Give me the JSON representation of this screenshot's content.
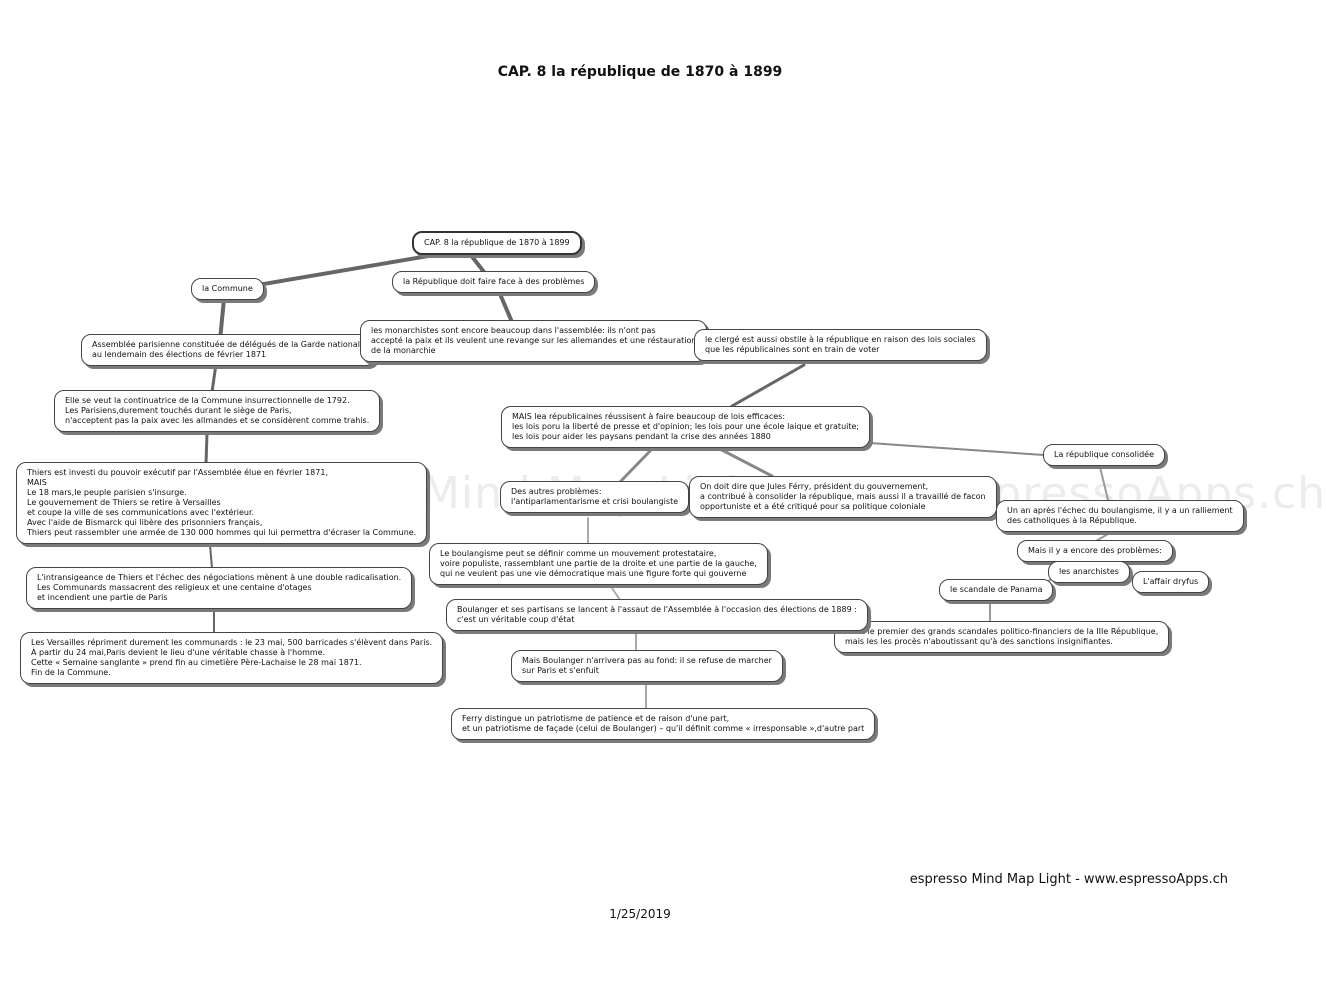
{
  "title": "CAP. 8 la république de 1870 à 1899",
  "watermark": "d Mind Map Light - www.espressoApps.ch",
  "footer": "espresso Mind Map Light - www.espressoApps.ch",
  "date": "1/25/2019",
  "nodes": {
    "root": "CAP. 8 la république de 1870 à 1899",
    "commune": "la Commune",
    "republique_problemes": "la République doit faire face à des problèmes",
    "assemblee": "Assemblée parisienne constituée de délégués de la Garde nationale\nau lendemain des élections de février 1871",
    "continuatrice": "Elle se veut la continuatrice de la Commune insurrectionnelle de 1792.\nLes Parisiens,durement touchés durant le siège de Paris,\nn'acceptent pas la paix avec les allmandes et se considèrent comme trahis.",
    "thiers": "Thiers est investi du pouvoir exécutif par l'Assemblée élue en février 1871,\nMAIS\nLe 18 mars,le peuple parisien s'insurge.\nLe gouvernement de Thiers se retire à Versailles\net coupe la ville de ses communications avec l'extérieur.\nAvec l'aide de Bismarck qui libère des prisonniers français,\nThiers peut rassembler une armée de 130 000 hommes qui lui permettra d'écraser la Commune.",
    "intransigeance": "L'intransigeance de Thiers et l'échec des négociations mènent à une double radicalisation.\nLes Communards massacrent des religieux et une centaine d'otages\net incendient une partie de Paris",
    "versailles": "Les Versailles répriment durement les communards :  le 23 mai, 500 barricades s'élèvent dans Paris.\nÀ partir du 24 mai,Paris devient le lieu d'une véritable chasse à l'homme.\nCette « Semaine sanglante » prend fin au cimetière Père-Lachaise le 28 mai 1871.\nFin de la Commune.",
    "monarchistes": "les monarchistes sont encore beaucoup dans l'assemblée: ils n'ont pas\naccepté la paix et ils veulent une revange sur les allemandes et une réstauration\nde la monarchie",
    "clerge": "le clergé est aussi obstile à la république en raison des lois sociales\nque les républicaines sont en train de voter",
    "mais_republicains": "MAIS lea républicaines réussisent à faire beaucoup de lois efficaces:\nles lois poru la liberté de presse et d'opinion; les lois pour une école laique et gratuite;\nles lois pour aider les paysans pendant la crise des années 1880",
    "autres_problemes": "Des autres problèmes:\nl'antiparlamentarisme et crisi boulangiste",
    "ferry_president": "On doit dire que Jules Férry, président du gouvernement,\na contribué à consolider la république, mais aussi il a travaillé de facon\nopportuniste et a été critiqué pour sa politique coloniale",
    "consolidee": "La république consolidée",
    "ralliement": "Un an après l'échec du boulangisme, il y a un ralliement\ndes catholiques à la République.",
    "encore_problemes": "Mais il y a encore des problèmes:",
    "anarchistes": "les anarchistes",
    "dreyfus": "L'affair dryfus",
    "panama": "le scandale de Panama",
    "scandales": "C'est le premier des grands scandales politico-financiers de la IIIe République,\nmais les  les procès n'aboutissant qu'à des sanctions insignifiantes.",
    "boulangisme": "Le boulangisme peut se définir comme un mouvement protestataire,\nvoire populiste, rassemblant une partie de la droite et une partie de la gauche,\nqui ne veulent pas une vie démocratique mais une figure forte qui gouverne",
    "boulanger_assaut": "Boulanger et ses partisans se lancent à l'assaut de l'Assemblée à l'occasion des élections de 1889  :\nc'est un véritable coup d'état",
    "boulanger_fond": "Mais Boulanger n'arrivera pas au fond: il se refuse de marcher\nsur Paris et s'enfuit",
    "ferry_patriotisme": "Ferry distingue un patriotisme de patience et de raison d'une part,\net un patriotisme de façade (celui de Boulanger) – qu'il définit comme « irresponsable »,d'autre part"
  }
}
